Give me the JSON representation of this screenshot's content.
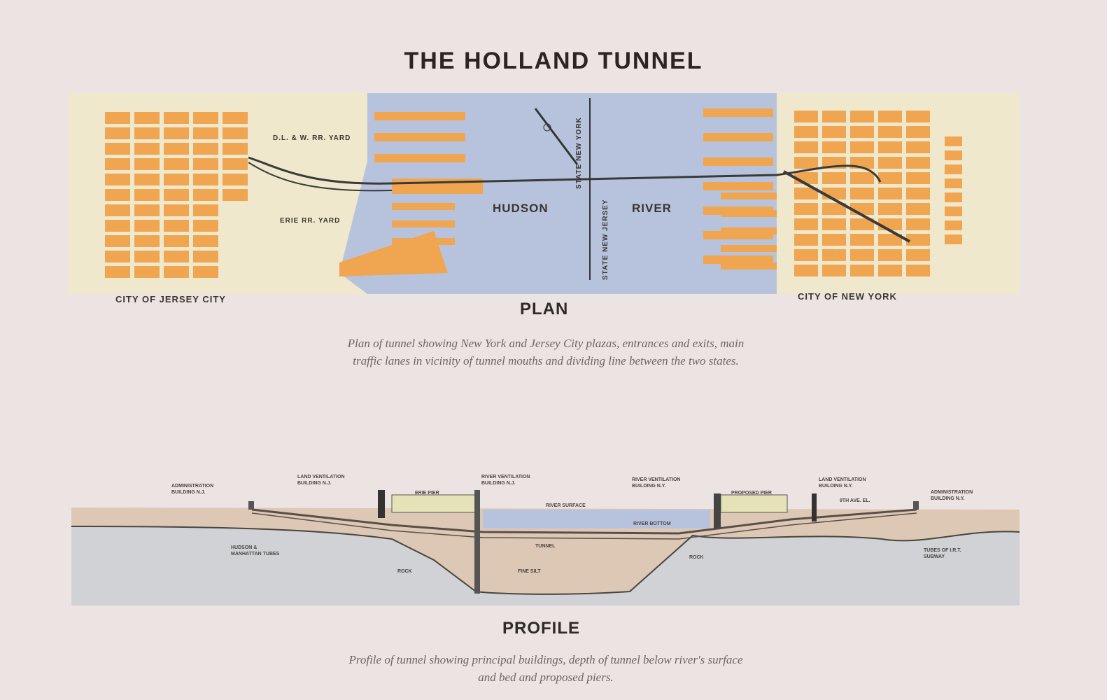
{
  "title": "THE HOLLAND TUNNEL",
  "plan": {
    "heading": "PLAN",
    "labels": {
      "dlw_yard": "D.L. & W. RR. YARD",
      "erie_yard": "ERIE RR. YARD",
      "hudson": "HUDSON",
      "river": "RIVER",
      "state_line_ny": "STATE NEW YORK",
      "state_line_nj": "STATE NEW JERSEY",
      "jersey_city": "CITY OF JERSEY CITY",
      "new_york": "CITY OF NEW YORK"
    },
    "caption_line1": "Plan of tunnel showing New York and Jersey City plazas, entrances and exits, main",
    "caption_line2": "traffic lanes in vicinity of tunnel mouths and dividing line between the two states."
  },
  "profile": {
    "heading": "PROFILE",
    "labels": {
      "admin_nj": "ADMINISTRATION BUILDING N.J.",
      "land_vent_nj": "LAND VENTILATION BUILDING N.J.",
      "erie_pier": "ERIE PIER",
      "river_vent_nj": "RIVER VENTILATION BUILDING N.J.",
      "river_surface": "RIVER SURFACE",
      "river_bottom": "RIVER BOTTOM",
      "river_vent_ny": "RIVER VENTILATION BUILDING N.Y.",
      "proposed_pier": "PROPOSED PIER",
      "land_vent_ny": "LAND VENTILATION BUILDING N.Y.",
      "avenue_el": "9TH AVE. EL.",
      "admin_ny": "ADMINISTRATION BUILDING N.Y.",
      "hm_tubes": "HUDSON & MANHATTAN TUBES",
      "tunnel": "TUNNEL",
      "rock_left": "ROCK",
      "rock_right": "ROCK",
      "fine_silt": "FINE SILT",
      "subway": "TUBES OF I.R.T. SUBWAY"
    },
    "caption_line1": "Profile of tunnel showing principal buildings, depth of tunnel below river's surface",
    "caption_line2": "and bed and proposed piers."
  },
  "colors": {
    "paper": "#ece4e2",
    "land": "#efe8cc",
    "blocks": "#f0a550",
    "water": "#b7c3dc",
    "soil": "#ddc8b5",
    "rock": "#d0d2d6"
  }
}
